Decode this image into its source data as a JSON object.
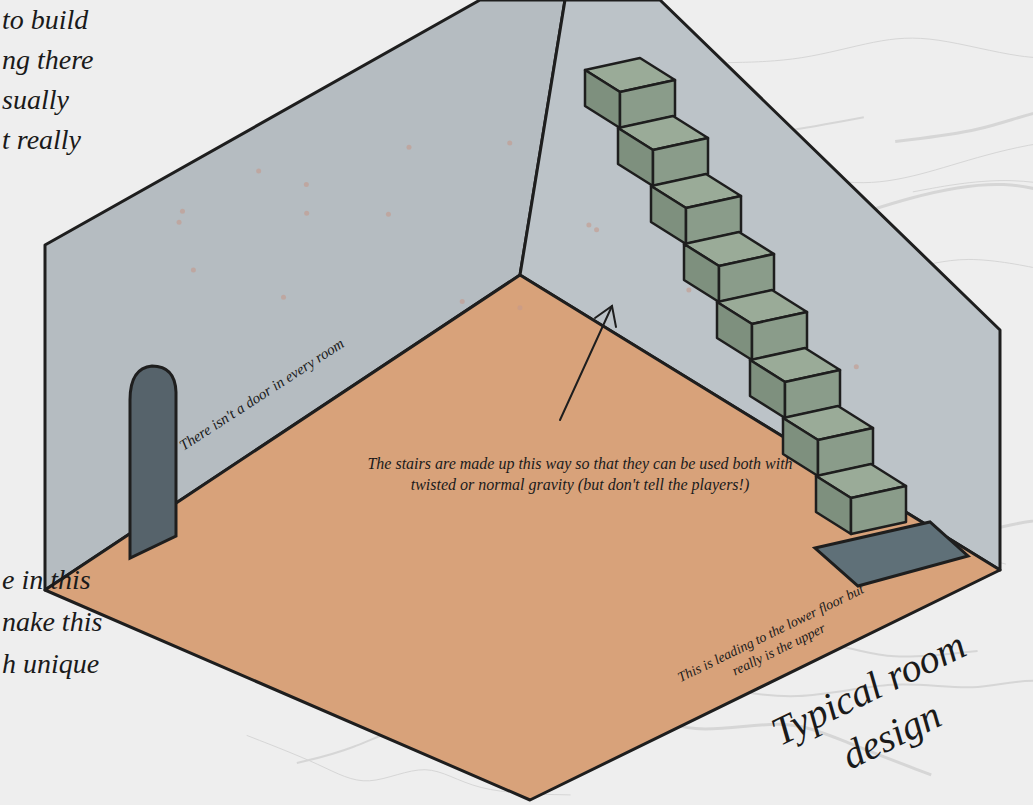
{
  "diagram": {
    "labels": [
      "to build",
      "ng there",
      "sually",
      "t really",
      "e in this",
      "nake this",
      "h unique",
      "There isn't a door in every room",
      "The stairs are made up this way so that they can be used both with twisted or normal gravity (but don't tell the players!)",
      "This is leading to the lower floor but really is the upper",
      "Typical room design"
    ]
  }
}
